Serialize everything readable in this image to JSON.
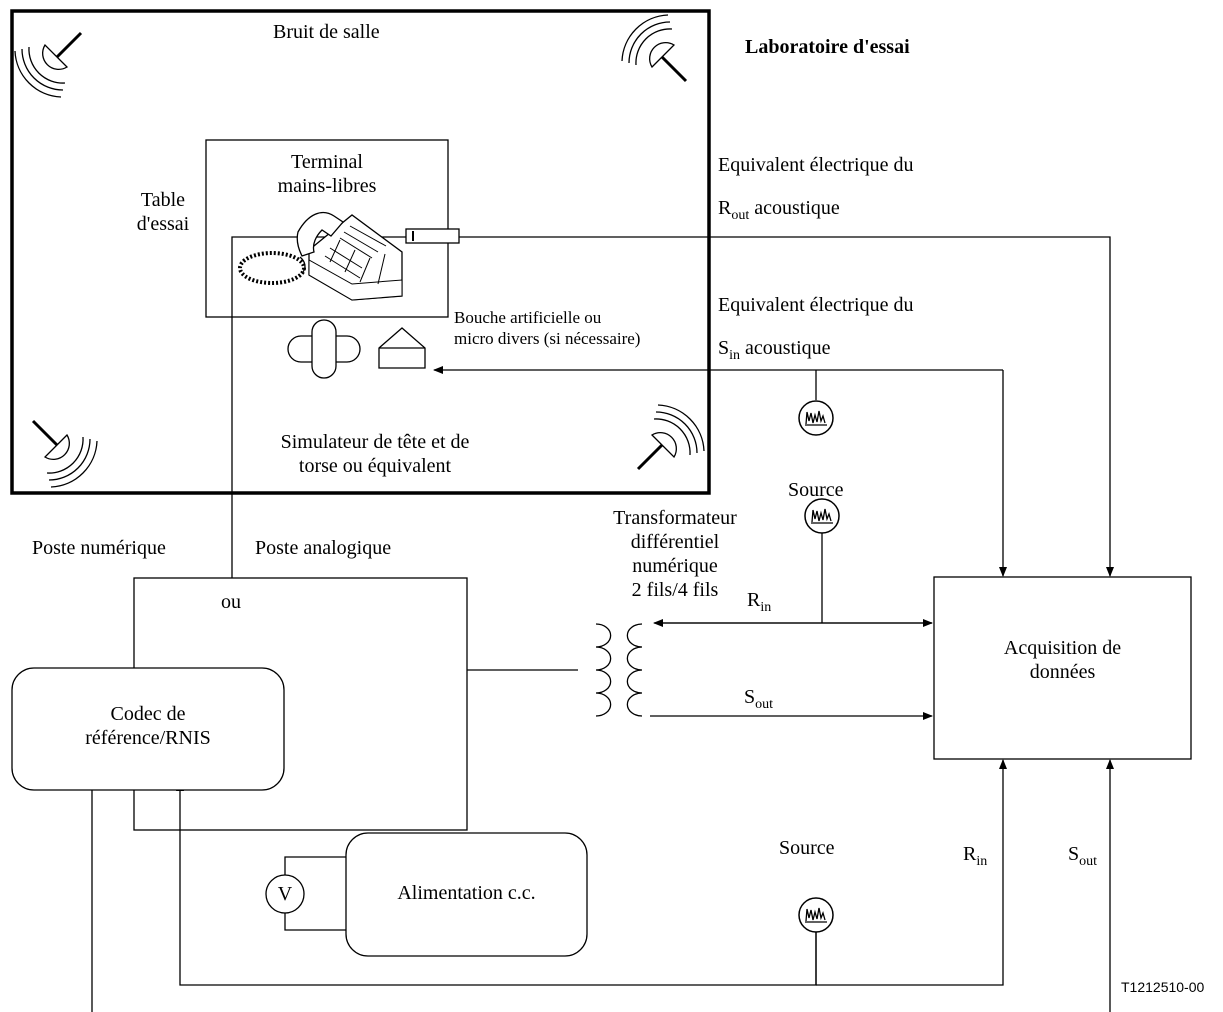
{
  "labels": {
    "lab_title": "Laboratoire d'essai",
    "room_noise": "Bruit de salle",
    "terminal_line1": "Terminal",
    "terminal_line2": "mains-libres",
    "table_line1": "Table",
    "table_line2": "d'essai",
    "mouth_line1": "Bouche artificielle ou",
    "mouth_line2": "micro divers (si nécessaire)",
    "hats_line1": "Simulateur de tête et de",
    "hats_line2": "torse ou équivalent",
    "rout_eq_line1": "Equivalent électrique du",
    "rout_eq_main": "R",
    "rout_eq_sub": "out",
    "rout_eq_tail": " acoustique",
    "sin_eq_line1": "Equivalent électrique du",
    "sin_eq_main": "S",
    "sin_eq_sub": "in",
    "sin_eq_tail": " acoustique",
    "source_top": "Source",
    "source_bottom": "Source",
    "hybrid_line1": "Transformateur",
    "hybrid_line2": "différentiel",
    "hybrid_line3": "numérique",
    "hybrid_line4": "2 fils/4 fils",
    "rin_main": "R",
    "rin_sub": "in",
    "sout_main": "S",
    "sout_sub": "out",
    "rin2_main": "R",
    "rin2_sub": "in",
    "sout2_main": "S",
    "sout2_sub": "out",
    "digital_set": "Poste numérique",
    "analog_set": "Poste analogique",
    "or_label": "ou",
    "codec_line1": "Codec de",
    "codec_line2": "référence/RNIS",
    "daq_line1": "Acquisition de",
    "daq_line2": "données",
    "power_supply": "Alimentation c.c.",
    "voltmeter": "V",
    "figure_id": "T1212510-00"
  },
  "icons": [
    "loudspeaker-icon",
    "telephone-icon",
    "artificial-mouth-icon",
    "head-torso-simulator-icon",
    "signal-source-icon",
    "transformer-icon",
    "arrow-icon"
  ]
}
